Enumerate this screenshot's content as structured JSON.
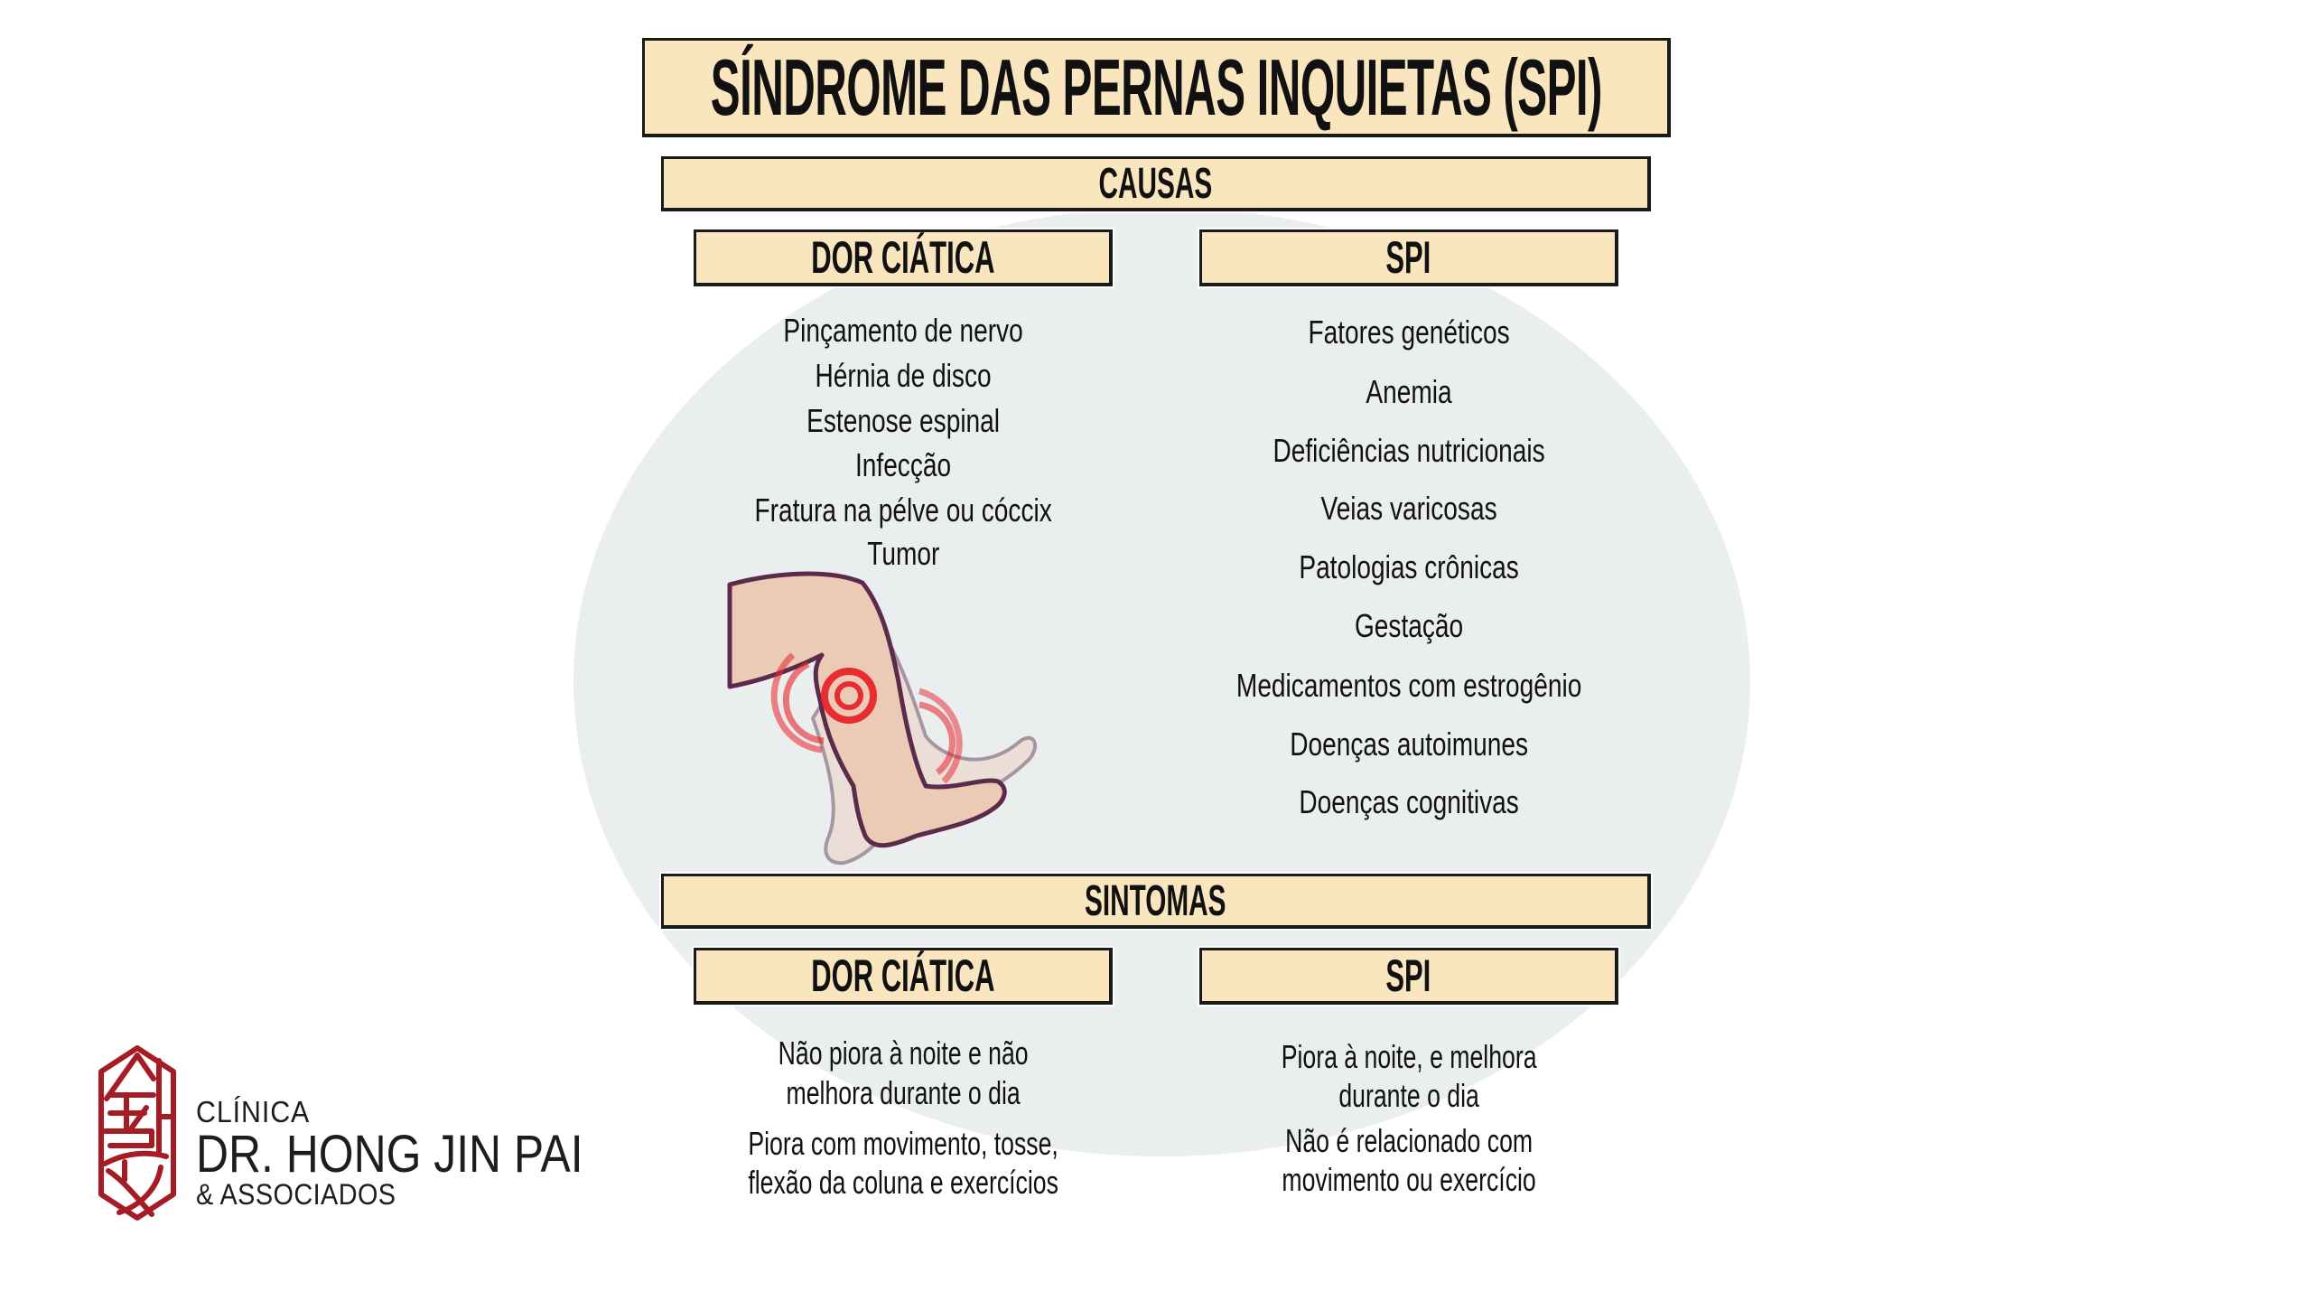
{
  "theme": {
    "box_fill": "#f9e6bf",
    "ellipse_bg": "#ebeeee",
    "logo_red": "#a51c24",
    "pain_red": "#e8242a"
  },
  "title": "SÍNDROME DAS PERNAS INQUIETAS (SPI)",
  "causes": {
    "heading": "CAUSAS",
    "sciatica": {
      "heading": "DOR CIÁTICA",
      "items": [
        "Pinçamento de nervo",
        "Hérnia de disco",
        "Estenose espinal",
        "Infecção",
        "Fratura na pélve ou cóccix",
        "Tumor"
      ]
    },
    "rls": {
      "heading": "SPI",
      "items": [
        "Fatores genéticos",
        "Anemia",
        "Deficiências nutricionais",
        "Veias varicosas",
        "Patologias crônicas",
        "Gestação",
        "Medicamentos com estrogênio",
        "Doenças autoimunes",
        "Doenças cognitivas"
      ]
    }
  },
  "symptoms": {
    "heading": "SINTOMAS",
    "sciatica": {
      "heading": "DOR CIÁTICA",
      "lines": [
        "Não piora à noite e não",
        "melhora durante o dia",
        "Piora com movimento, tosse,",
        "flexão da coluna e exercícios"
      ]
    },
    "rls": {
      "heading": "SPI",
      "lines": [
        "Piora à noite, e melhora",
        "durante o dia",
        "Não é relacionado com",
        "movimento ou exercício"
      ]
    }
  },
  "illustration": {
    "icon": "leg-pain-icon"
  },
  "logo": {
    "icon": "clinic-seal-icon",
    "line1": "CLÍNICA",
    "line2": "DR. HONG JIN PAI",
    "line3": "& ASSOCIADOS"
  }
}
